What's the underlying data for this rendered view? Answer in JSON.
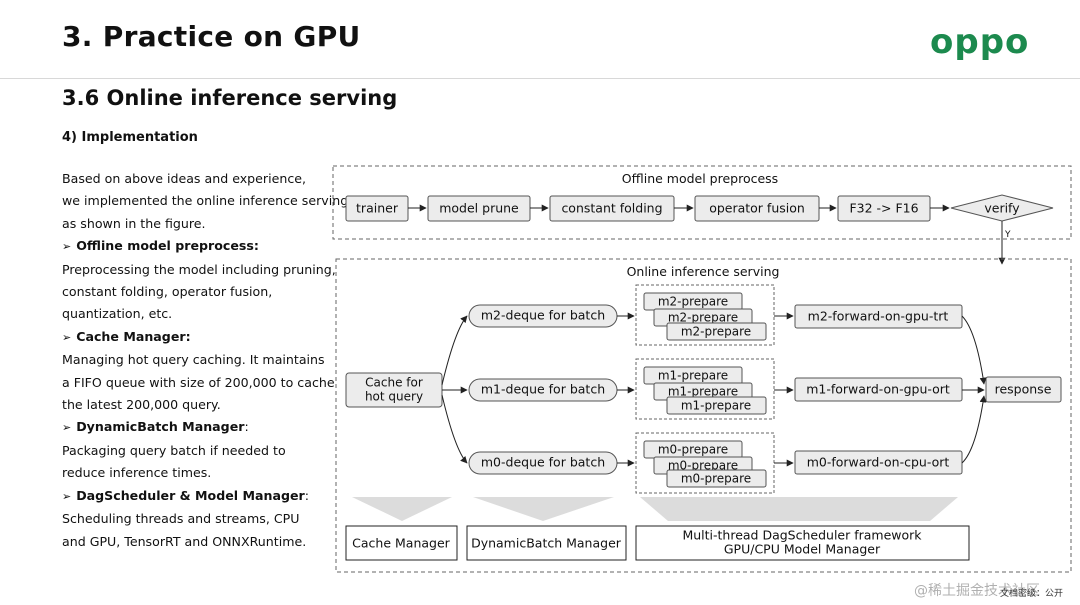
{
  "header": {
    "title": "3. Practice on GPU",
    "logo": "oppo",
    "subtitle": "3.6 Online inference serving",
    "section": "4) Implementation"
  },
  "left_text": {
    "intro": [
      "Based on above ideas and experience,",
      "we implemented the online inference serving",
      "as shown in the figure."
    ],
    "items": [
      {
        "title": "Offline model preprocess:",
        "body": [
          "Preprocessing the model including pruning,",
          "constant folding, operator fusion,",
          "quantization, etc."
        ]
      },
      {
        "title": "Cache Manager:",
        "body": [
          "Managing hot query caching. It maintains",
          "a FIFO queue with size of 200,000 to cache",
          "the latest 200,000 query."
        ]
      },
      {
        "title": "DynamicBatch Manager",
        "suffix": ":",
        "body": [
          "Packaging query batch if needed to",
          "reduce inference times."
        ]
      },
      {
        "title": "DagScheduler & Model Manager",
        "suffix": ":",
        "body": [
          "Scheduling threads and streams, CPU",
          "and GPU, TensorRT and ONNXRuntime."
        ]
      }
    ]
  },
  "diagram": {
    "offline": {
      "label": "Offline model preprocess",
      "steps": [
        "trainer",
        "model prune",
        "constant folding",
        "operator fusion",
        "F32 -> F16"
      ],
      "verify": "verify",
      "yes_label": "Y"
    },
    "online": {
      "label": "Online inference serving",
      "cache": [
        "Cache for",
        "hot query"
      ],
      "lanes": [
        {
          "deque": "m2-deque for batch",
          "prepare": [
            "m2-prepare",
            "m2-prepare",
            "m2-prepare"
          ],
          "forward": "m2-forward-on-gpu-trt"
        },
        {
          "deque": "m1-deque for batch",
          "prepare": [
            "m1-prepare",
            "m1-prepare",
            "m1-prepare"
          ],
          "forward": "m1-forward-on-gpu-ort"
        },
        {
          "deque": "m0-deque for batch",
          "prepare": [
            "m0-prepare",
            "m0-prepare",
            "m0-prepare"
          ],
          "forward": "m0-forward-on-cpu-ort"
        }
      ],
      "response": "response"
    },
    "managers": {
      "cache": "Cache Manager",
      "dynamic": "DynamicBatch Manager",
      "dag": [
        "Multi-thread DagScheduler framework",
        "GPU/CPU Model Manager"
      ]
    }
  },
  "footer": {
    "watermark": "@稀土掘金技术社区",
    "label": "文档密级：公开"
  }
}
